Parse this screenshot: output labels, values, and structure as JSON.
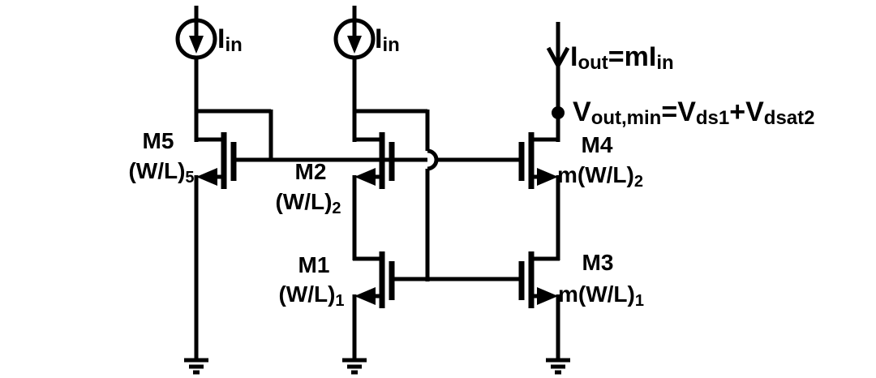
{
  "colors": {
    "ink": "#000000",
    "background": "#ffffff"
  },
  "current_sources": {
    "left": {
      "main": "I",
      "sub": "in"
    },
    "middle": {
      "main": "I",
      "sub": "in"
    }
  },
  "output": {
    "current": {
      "p1": "I",
      "s1": "out",
      "p2": "=mI",
      "s2": "in"
    },
    "voltage": {
      "p1": "V",
      "s1": "out,min",
      "p2": "=V",
      "s2": "ds1",
      "p3": "+V",
      "s3": "dsat2"
    }
  },
  "transistors": {
    "m5": {
      "name": "M5",
      "size": "(W/L)",
      "size_sub": "5"
    },
    "m2": {
      "name": "M2",
      "size": "(W/L)",
      "size_sub": "2"
    },
    "m1": {
      "name": "M1",
      "size": "(W/L)",
      "size_sub": "1"
    },
    "m4": {
      "name": "M4",
      "size": "m(W/L)",
      "size_sub": "2"
    },
    "m3": {
      "name": "M3",
      "size": "m(W/L)",
      "size_sub": "1"
    }
  }
}
